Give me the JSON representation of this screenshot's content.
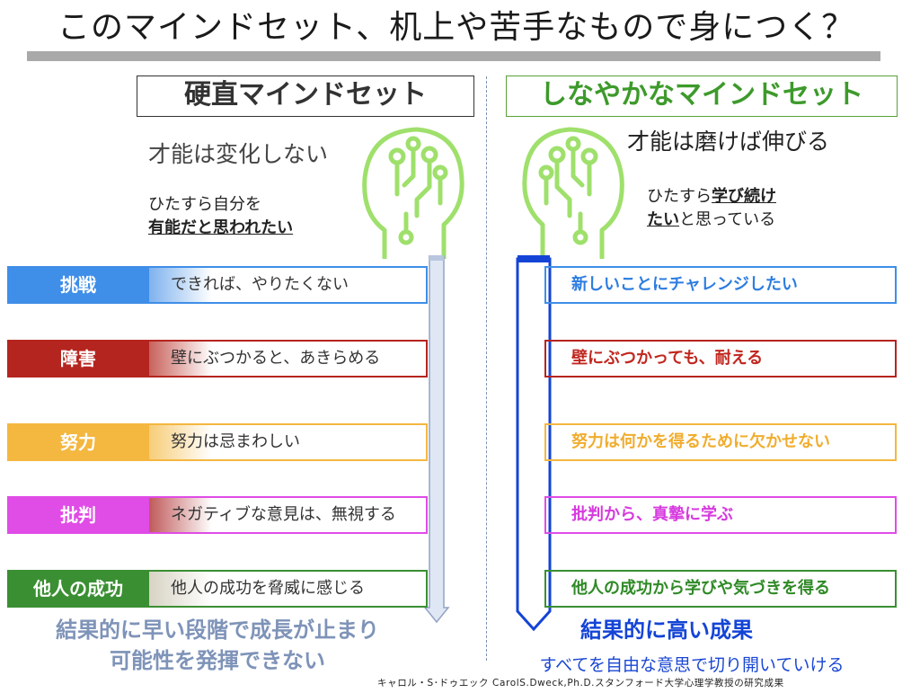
{
  "title": "このマインドセット、机上や苦手なもので身につく？",
  "fixed": {
    "header": "硬直マインドセット",
    "tagline": "才能は変化しない",
    "desc_line1": "ひたすら自分を",
    "desc_line2": "有能だと思われたい",
    "result_line1": "結果的に早い段階で成長が止まり",
    "result_line2": "可能性を発揮できない"
  },
  "growth": {
    "header": "しなやかなマインドセット",
    "tagline": "才能は磨けば伸びる",
    "desc_a": "ひたすら",
    "desc_b": "学び続け",
    "desc_c": "たい",
    "desc_d": "と思っている",
    "result_line1": "結果的に高い成果",
    "result_line2": "すべてを自由な意思で切り開いていける"
  },
  "rows": [
    {
      "label": "挑戦",
      "fixed": "できれば、やりたくない",
      "growth": "新しいことにチャレンジしたい",
      "color": "#3f8ee8"
    },
    {
      "label": "障害",
      "fixed": "壁にぶつかると、あきらめる",
      "growth": "壁にぶつかっても、耐える",
      "color": "#b5251f"
    },
    {
      "label": "努力",
      "fixed": "努力は忌まわしい",
      "growth": "努力は何かを得るために欠かせない",
      "color": "#f4b740"
    },
    {
      "label": "批判",
      "fixed": "ネガティブな意見は、無視する",
      "growth": "批判から、真摯に学ぶ",
      "color": "#e04ce6"
    },
    {
      "label": "他人の成功",
      "fixed": "他人の成功を脅威に感じる",
      "growth": "他人の成功から学びや気づきを得る",
      "color": "#3a8f32"
    }
  ],
  "credit": "キャロル・S･ドゥエック CarolS.Dweck,Ph.D.スタンフォード大学心理学教授の研究成果",
  "colors": {
    "fixed_arrow": "#dfe7f5",
    "growth_arrow": "#1444d6",
    "head_icon": "#9fe06c",
    "fixed_result": "#7e93b8",
    "growth_result": "#1444d6"
  }
}
